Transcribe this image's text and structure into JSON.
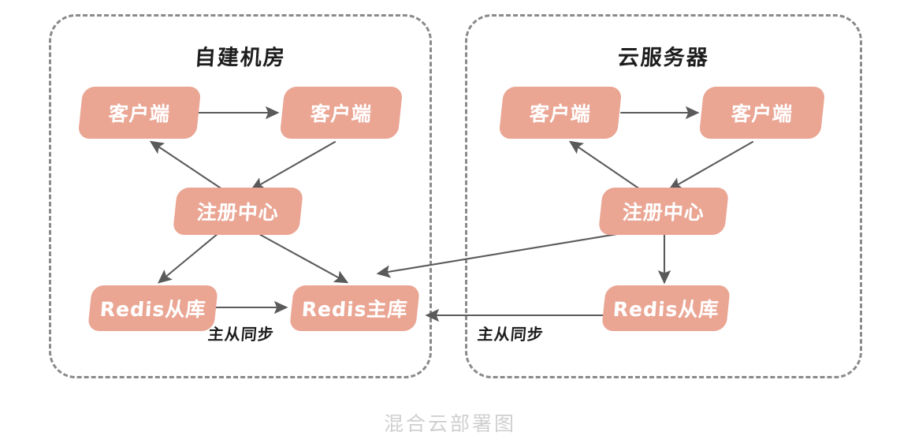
{
  "caption": "混合云部署图",
  "colors": {
    "node_fill": "#eaa593",
    "node_text": "#ffffff",
    "zone_border": "#8a8a8a",
    "edge": "#5a5a5a",
    "caption_text": "#cfcfcf",
    "title_text": "#1d1d1d",
    "background": "#ffffff"
  },
  "zones": [
    {
      "id": "on-premise",
      "title": "自建机房",
      "nodes": [
        {
          "id": "l-client-1",
          "label": "客户端"
        },
        {
          "id": "l-client-2",
          "label": "客户端"
        },
        {
          "id": "l-registry",
          "label": "注册中心"
        },
        {
          "id": "l-redis-slave",
          "label": "Redis从库"
        },
        {
          "id": "l-redis-master",
          "label": "Redis主库"
        }
      ],
      "edge_labels": [
        {
          "id": "l-sync",
          "label": "主从同步"
        }
      ]
    },
    {
      "id": "cloud-server",
      "title": "云服务器",
      "nodes": [
        {
          "id": "r-client-1",
          "label": "客户端"
        },
        {
          "id": "r-client-2",
          "label": "客户端"
        },
        {
          "id": "r-registry",
          "label": "注册中心"
        },
        {
          "id": "r-redis-slave",
          "label": "Redis从库"
        }
      ],
      "edge_labels": [
        {
          "id": "r-sync",
          "label": "主从同步"
        }
      ]
    }
  ]
}
